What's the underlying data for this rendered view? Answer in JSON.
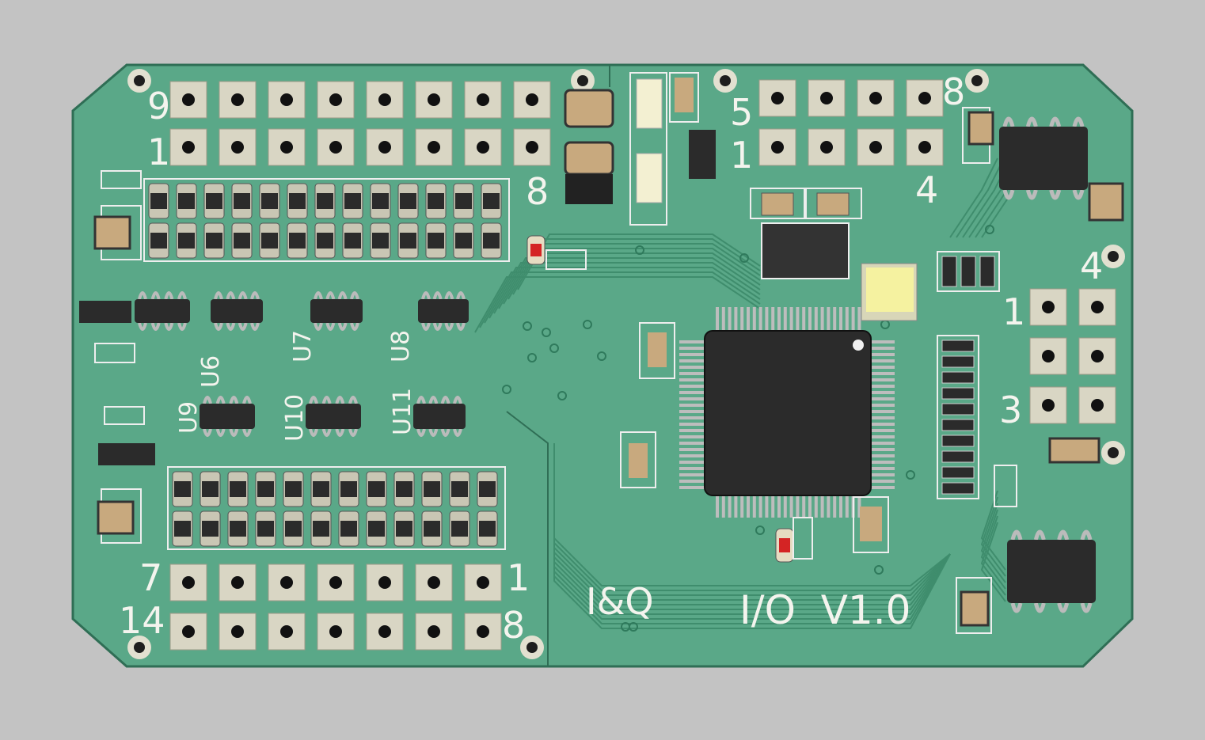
{
  "board": {
    "title": "I&Q",
    "version": "I/O  V1.0",
    "colors": {
      "background": "#c3c3c3",
      "soldermask": "#5aa888",
      "trace": "#3f8d6d",
      "pad": "#d9d6c4",
      "ic_body": "#2b2b2b",
      "silkscreen": "#f4f4ee",
      "led_red": "#d42424",
      "tantalum_yellow": "#f5f2a0"
    }
  },
  "header_top_left": {
    "pin_label_1": "9",
    "pin_label_2": "1",
    "pin_label_3": "8"
  },
  "header_top_right": {
    "pin_label_1": "5",
    "pin_label_2": "8",
    "pin_label_3": "1",
    "pin_label_4": "4"
  },
  "header_right": {
    "pin_label_1": "4",
    "pin_label_2": "1",
    "pin_label_3": "3"
  },
  "header_bottom": {
    "pin_label_1": "7",
    "pin_label_2": "1",
    "pin_label_3": "14",
    "pin_label_4": "8"
  },
  "ics": {
    "u6": "U6",
    "u7": "U7",
    "u8": "U8",
    "u9": "U9",
    "u10": "U10",
    "u11": "U11"
  }
}
